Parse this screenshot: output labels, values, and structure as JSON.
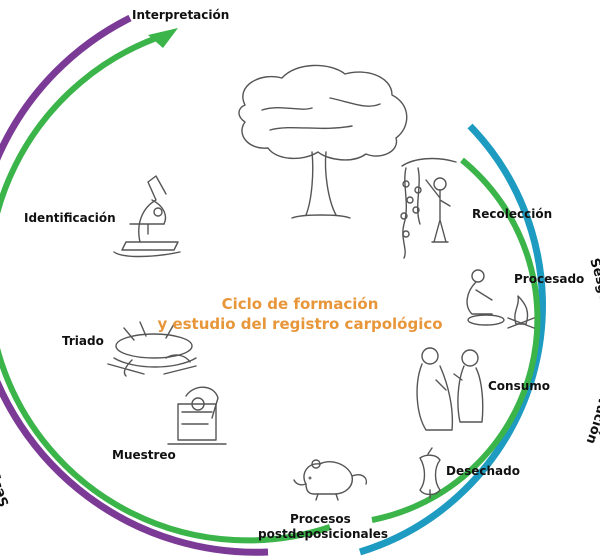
{
  "title": {
    "line1": "Ciclo de formación",
    "line2": "y estudio del registro carpológico",
    "color": "#E8963A"
  },
  "arcs": {
    "study": {
      "label": "Sesgo en el estudio",
      "color": "#7B3A96"
    },
    "conservation": {
      "label": "Sesgo en la conservación",
      "color": "#1E9BC0"
    },
    "cycle": {
      "color": "#3BB44A"
    }
  },
  "stages": {
    "interpretacion": "Interpretación",
    "identificacion": "Identificación",
    "triado": "Triado",
    "muestreo": "Muestreo",
    "procesos_line1": "Procesos",
    "procesos_line2": "postdeposicionales",
    "recoleccion": "Recolección",
    "procesado": "Procesado",
    "consumo": "Consumo",
    "desechado": "Desechado"
  },
  "icons": {
    "tree": "tree-icon",
    "microscope": "microscope-icon",
    "sieve": "sieve-hands-icon",
    "sampling": "sampling-icon",
    "mouse": "mouse-icon",
    "harvest": "harvesting-person-icon",
    "processing": "processing-fire-icon",
    "eating": "people-eating-icon",
    "apple_core": "apple-core-icon"
  }
}
